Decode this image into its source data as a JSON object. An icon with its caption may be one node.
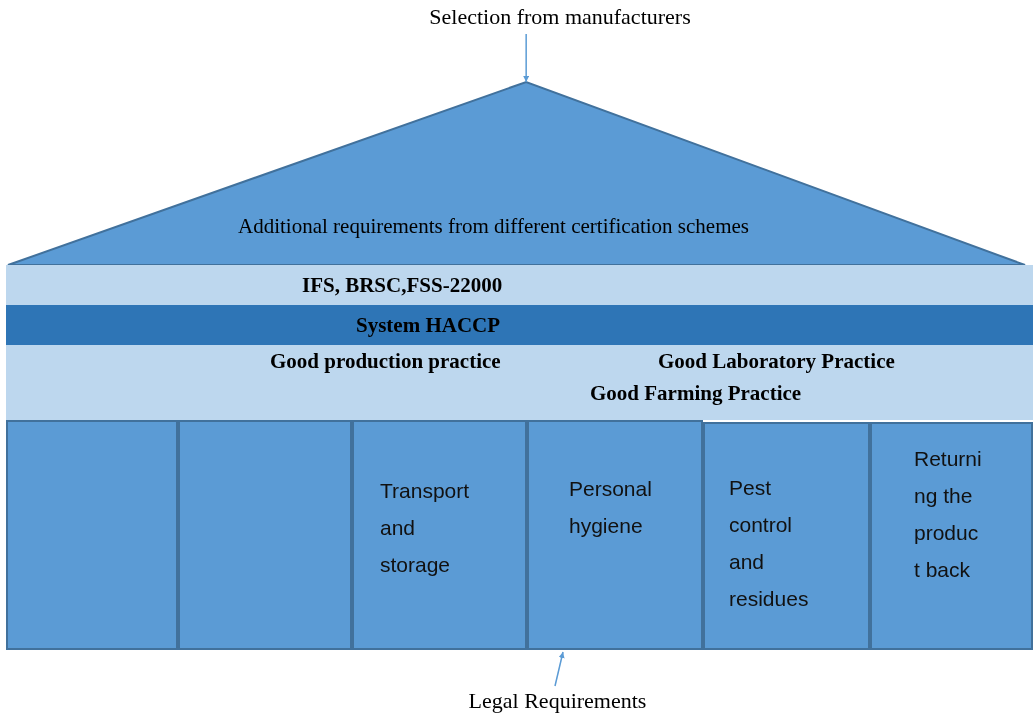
{
  "diagram": {
    "nodes": [
      {
        "text": [
          "Selection from manufacturers"
        ]
      },
      {
        "text": [
          "Additional requirements from different certification schemes"
        ]
      },
      {
        "text": [
          "IFS, BRSC,FSS-22000"
        ]
      },
      {
        "text": [
          "System HACCP"
        ]
      },
      {
        "text": [
          "Good production practice",
          "Good Laboratory Practice",
          "Good Farming Practice"
        ]
      },
      {
        "text": [],
        "shape": "box"
      },
      {
        "text": [],
        "shape": "box"
      },
      {
        "text": [
          "Transport and storage"
        ]
      },
      {
        "text": [
          "Personal hygiene"
        ]
      },
      {
        "text": [
          "Pest control and residues"
        ]
      },
      {
        "text": [
          "Returning the product back"
        ]
      },
      {
        "text": [
          "Legal Requirements"
        ]
      }
    ],
    "edges": [
      {
        "from": 0,
        "to": 1,
        "arrow": "to"
      },
      {
        "from": 11,
        "to": 8,
        "arrow": "to"
      }
    ]
  }
}
